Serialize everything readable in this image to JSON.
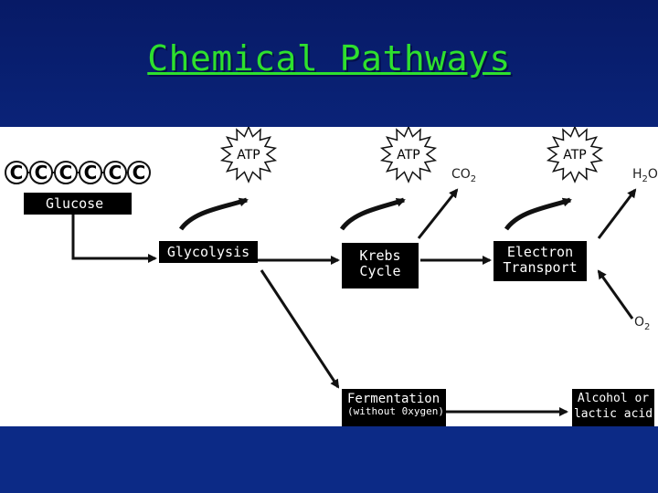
{
  "title": "Chemical Pathways",
  "glucose_chain": [
    "C",
    "C",
    "C",
    "C",
    "C",
    "C"
  ],
  "atp_label": "ATP",
  "boxes": {
    "glucose": "Glucose",
    "glycolysis": "Glycolysis",
    "krebs_line1": "Krebs",
    "krebs_line2": "Cycle",
    "electron_line1": "Electron",
    "electron_line2": "Transport",
    "fermentation_line1": "Fermentation",
    "fermentation_line2": "(without 0xygen)",
    "alcohol_line1": "Alcohol or",
    "alcohol_line2": "lactic acid"
  },
  "molecules": {
    "co2_base": "CO",
    "co2_sub": "2",
    "h2o_pre": "H",
    "h2o_sub": "2",
    "h2o_post": "O",
    "o2_base": "O",
    "o2_sub": "2"
  },
  "colors": {
    "background": "#0c2a86",
    "title": "#2ee02e",
    "panel": "#ffffff",
    "box": "#000000"
  }
}
